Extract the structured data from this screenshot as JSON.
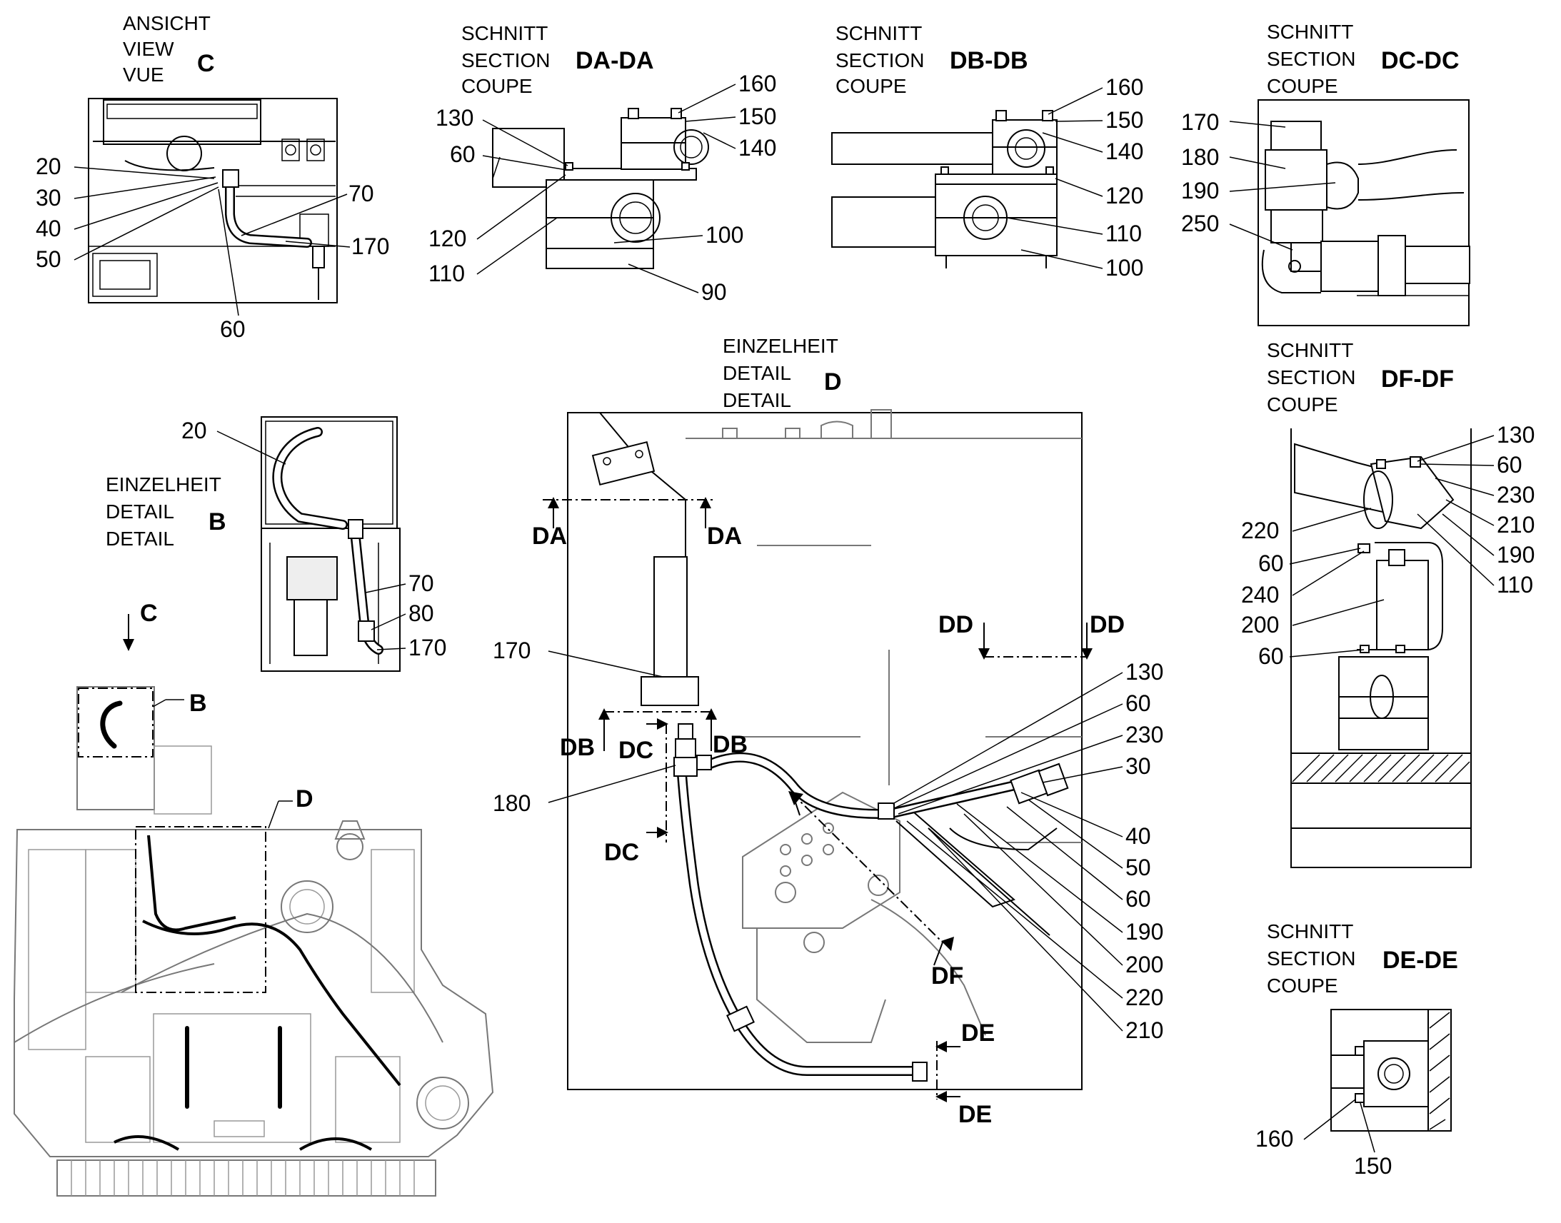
{
  "views": {
    "view_c": {
      "line1": "ANSICHT",
      "line2": "VIEW",
      "line3": "VUE",
      "id": "C"
    },
    "section_da": {
      "line1": "SCHNITT",
      "line2": "SECTION",
      "line3": "COUPE",
      "id": "DA-DA"
    },
    "section_db": {
      "line1": "SCHNITT",
      "line2": "SECTION",
      "line3": "COUPE",
      "id": "DB-DB"
    },
    "section_dc": {
      "line1": "SCHNITT",
      "line2": "SECTION",
      "line3": "COUPE",
      "id": "DC-DC"
    },
    "section_df": {
      "line1": "SCHNITT",
      "line2": "SECTION",
      "line3": "COUPE",
      "id": "DF-DF"
    },
    "section_de": {
      "line1": "SCHNITT",
      "line2": "SECTION",
      "line3": "COUPE",
      "id": "DE-DE"
    },
    "detail_b": {
      "line1": "EINZELHEIT",
      "line2": "DETAIL",
      "line3": "DETAIL",
      "id": "B"
    },
    "detail_d": {
      "line1": "EINZELHEIT",
      "line2": "DETAIL",
      "line3": "DETAIL",
      "id": "D"
    }
  },
  "callouts": {
    "view_c": [
      "20",
      "30",
      "40",
      "50",
      "60",
      "70",
      "170"
    ],
    "section_da": [
      "160",
      "150",
      "140",
      "130",
      "60",
      "120",
      "110",
      "100",
      "90"
    ],
    "section_db": [
      "160",
      "150",
      "140",
      "120",
      "110",
      "100"
    ],
    "section_dc": [
      "170",
      "180",
      "190",
      "250"
    ],
    "section_df": [
      "130",
      "60",
      "230",
      "210",
      "190",
      "110",
      "220",
      "60",
      "240",
      "200",
      "60"
    ],
    "section_de": [
      "160",
      "150"
    ],
    "detail_b": [
      "20",
      "70",
      "80",
      "170"
    ],
    "detail_d": [
      "170",
      "180",
      "130",
      "60",
      "230",
      "30",
      "40",
      "50",
      "60",
      "190",
      "200",
      "220",
      "210"
    ]
  },
  "cut_markers": {
    "da_left": "DA",
    "da_right": "DA",
    "db_left": "DB",
    "db_right": "DB",
    "dc_top": "DC",
    "dc_bottom": "DC",
    "dd_left": "DD",
    "dd_right": "DD",
    "de_top": "DE",
    "de_bottom": "DE",
    "df": "DF",
    "view_c_arrow": "C",
    "detail_b_tag": "B",
    "detail_d_tag": "D"
  }
}
